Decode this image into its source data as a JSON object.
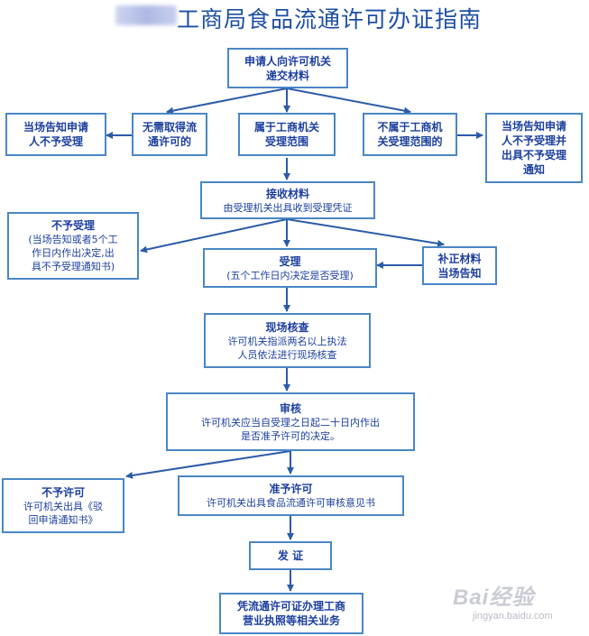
{
  "title": "工商局食品流通许可办证指南",
  "nodes": {
    "apply": {
      "lines": [
        "申请人向许可机关",
        "递交材料"
      ]
    },
    "notify_left": {
      "lines": [
        "当场告知申请",
        "人不予受理"
      ]
    },
    "no_need": {
      "lines": [
        "无需取得流",
        "通许可的"
      ]
    },
    "in_scope": {
      "lines": [
        "属于工商机关",
        "受理范围"
      ]
    },
    "out_scope": {
      "lines": [
        "不属于工商机",
        "关受理范围的"
      ]
    },
    "notify_right": {
      "lines": [
        "当场告知申请",
        "人不予受理并",
        "出具不予受理",
        "通知"
      ]
    },
    "receive": {
      "head": "接收材料",
      "lines": [
        "由受理机关出具收到受理凭证"
      ]
    },
    "reject": {
      "head": "不予受理",
      "lines": [
        "(当场告知或者5个工",
        "作日内作出决定,出",
        "具不予受理通知书)"
      ]
    },
    "accept": {
      "head": "受理",
      "lines": [
        "(五个工作日内决定是否受理)"
      ]
    },
    "supplement": {
      "lines": [
        "补正材料",
        "当场告知"
      ]
    },
    "inspect": {
      "head": "现场核查",
      "lines": [
        "许可机关指派两名以上执法",
        "人员依法进行现场核查"
      ]
    },
    "review": {
      "head": "审核",
      "lines": [
        "许可机关应当自受理之日起二十日内作出",
        "是否准予许可的决定。"
      ]
    },
    "deny": {
      "head": "不予许可",
      "lines": [
        "许可机关出具《驳",
        "回申请通知书》"
      ]
    },
    "grant": {
      "head": "准予许可",
      "lines": [
        "许可机关出具食品流通许可审核意见书"
      ]
    },
    "issue": {
      "lines": [
        "发  证"
      ]
    },
    "final": {
      "lines": [
        "凭流通许可证办理工商",
        "营业执照等相关业务"
      ]
    }
  },
  "watermark": {
    "brand": "Bai经验",
    "url": "jingyan.baidu.com"
  },
  "colors": {
    "border": "#4a86c5",
    "text": "#1c3f9e",
    "arrow": "#2c5ba8",
    "title": "#1c4fa3"
  }
}
